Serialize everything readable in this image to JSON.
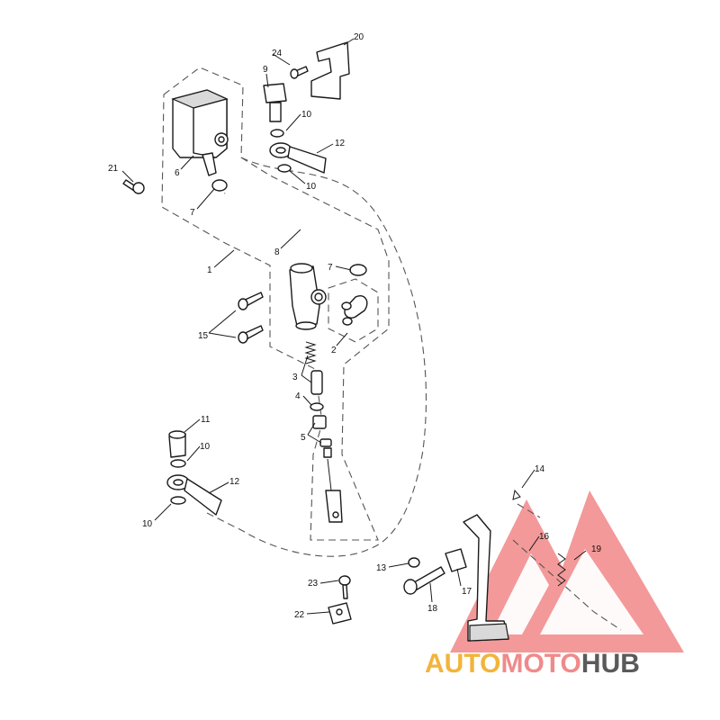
{
  "callouts": [
    {
      "id": "c1",
      "text": "1"
    },
    {
      "id": "c2",
      "text": "2"
    },
    {
      "id": "c3",
      "text": "3"
    },
    {
      "id": "c4",
      "text": "4"
    },
    {
      "id": "c5",
      "text": "5"
    },
    {
      "id": "c6",
      "text": "6"
    },
    {
      "id": "c7a",
      "text": "7"
    },
    {
      "id": "c7b",
      "text": "7"
    },
    {
      "id": "c8",
      "text": "8"
    },
    {
      "id": "c9",
      "text": "9"
    },
    {
      "id": "c10a",
      "text": "10"
    },
    {
      "id": "c10b",
      "text": "10"
    },
    {
      "id": "c10c",
      "text": "10"
    },
    {
      "id": "c10d",
      "text": "10"
    },
    {
      "id": "c11",
      "text": "11"
    },
    {
      "id": "c12a",
      "text": "12"
    },
    {
      "id": "c12b",
      "text": "12"
    },
    {
      "id": "c13",
      "text": "13"
    },
    {
      "id": "c14",
      "text": "14"
    },
    {
      "id": "c15",
      "text": "15"
    },
    {
      "id": "c16",
      "text": "16"
    },
    {
      "id": "c17",
      "text": "17"
    },
    {
      "id": "c18",
      "text": "18"
    },
    {
      "id": "c19",
      "text": "19"
    },
    {
      "id": "c20",
      "text": "20"
    },
    {
      "id": "c21",
      "text": "21"
    },
    {
      "id": "c22",
      "text": "22"
    },
    {
      "id": "c23",
      "text": "23"
    },
    {
      "id": "c24",
      "text": "24"
    }
  ],
  "watermark": {
    "part1": "AUTO",
    "part2": "MOTO",
    "part3": "HUB",
    "colors": {
      "part1": "#f2b43a",
      "part2": "#f08a8a",
      "part3": "#5a5a5a",
      "logo": "#f08080"
    }
  }
}
